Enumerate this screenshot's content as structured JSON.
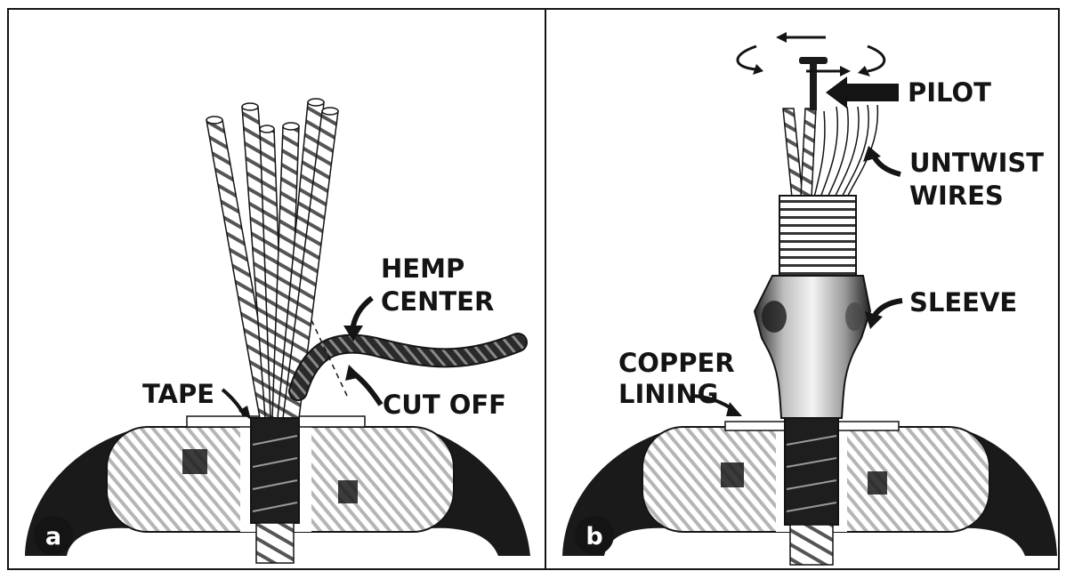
{
  "panel_a": {
    "badge": "a",
    "labels": {
      "hemp": "HEMP",
      "center": "CENTER",
      "tape": "TAPE",
      "cut_off": "CUT OFF"
    }
  },
  "panel_b": {
    "badge": "b",
    "labels": {
      "pilot": "PILOT",
      "untwist": "UNTWIST",
      "wires": "WIRES",
      "sleeve": "SLEEVE",
      "copper": "COPPER",
      "lining": "LINING"
    }
  },
  "colors": {
    "ink": "#141414",
    "paper": "#ffffff",
    "shade": "#8a8a8a"
  }
}
